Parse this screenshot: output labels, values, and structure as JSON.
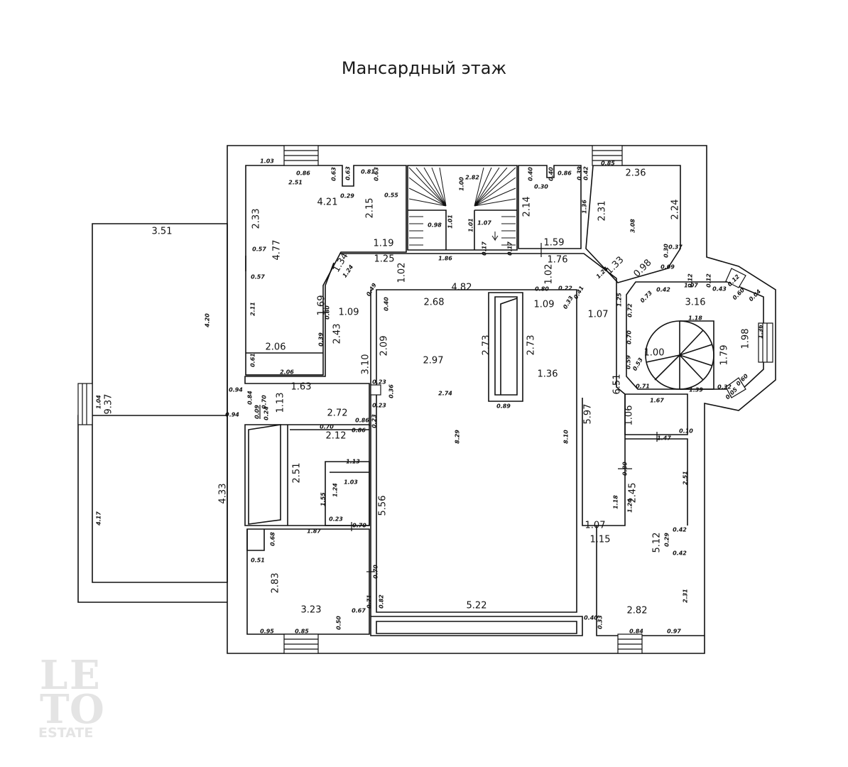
{
  "title": "Мансардный этаж",
  "logo": {
    "text": "ESTATE"
  },
  "colors": {
    "wall": "#111111",
    "background": "#ffffff",
    "watermark": "#e4e4e4"
  },
  "dimensions": [
    {
      "t": "1.03",
      "s": "s"
    },
    {
      "t": "0.86",
      "s": "s"
    },
    {
      "t": "0.63",
      "s": "s"
    },
    {
      "t": "0.63",
      "s": "s"
    },
    {
      "t": "0.81",
      "s": "s"
    },
    {
      "t": "0.63",
      "s": "s"
    },
    {
      "t": "2.51",
      "s": "s"
    },
    {
      "t": "0.29",
      "s": "s"
    },
    {
      "t": "0.55",
      "s": "s"
    },
    {
      "t": "4.21",
      "s": "b"
    },
    {
      "t": "2.15",
      "s": "b"
    },
    {
      "t": "2.33",
      "s": "b"
    },
    {
      "t": "1.19",
      "s": "b"
    },
    {
      "t": "0.57",
      "s": "s"
    },
    {
      "t": "4.77",
      "s": "b"
    },
    {
      "t": "1.34",
      "s": "b"
    },
    {
      "t": "1.24",
      "s": "s"
    },
    {
      "t": "1.25",
      "s": "b"
    },
    {
      "t": "0.57",
      "s": "s"
    },
    {
      "t": "2.11",
      "s": "s"
    },
    {
      "t": "1.69",
      "s": "b"
    },
    {
      "t": "0.80",
      "s": "s"
    },
    {
      "t": "1.09",
      "s": "b"
    },
    {
      "t": "2.43",
      "s": "b"
    },
    {
      "t": "0.39",
      "s": "s"
    },
    {
      "t": "2.06",
      "s": "b"
    },
    {
      "t": "2.06",
      "s": "s"
    },
    {
      "t": "0.61",
      "s": "s"
    },
    {
      "t": "1.63",
      "s": "b"
    },
    {
      "t": "3.10",
      "s": "b"
    },
    {
      "t": "2.09",
      "s": "b"
    },
    {
      "t": "0.40",
      "s": "s"
    },
    {
      "t": "0.49",
      "s": "s"
    },
    {
      "t": "1.02",
      "s": "b"
    },
    {
      "t": "4.82",
      "s": "b"
    },
    {
      "t": "2.68",
      "s": "b"
    },
    {
      "t": "2.97",
      "s": "b"
    },
    {
      "t": "2.73",
      "s": "b"
    },
    {
      "t": "2.73",
      "s": "b"
    },
    {
      "t": "0.80",
      "s": "s"
    },
    {
      "t": "0.22",
      "s": "s"
    },
    {
      "t": "0.41",
      "s": "s"
    },
    {
      "t": "0.33",
      "s": "s"
    },
    {
      "t": "1.09",
      "s": "b"
    },
    {
      "t": "1.36",
      "s": "b"
    },
    {
      "t": "2.74",
      "s": "s"
    },
    {
      "t": "0.89",
      "s": "s"
    },
    {
      "t": "0.23",
      "s": "s"
    },
    {
      "t": "0.36",
      "s": "s"
    },
    {
      "t": "0.23",
      "s": "s"
    },
    {
      "t": "2.82",
      "s": "s"
    },
    {
      "t": "1.00",
      "s": "s"
    },
    {
      "t": "1.01",
      "s": "s"
    },
    {
      "t": "1.01",
      "s": "s"
    },
    {
      "t": "0.98",
      "s": "s"
    },
    {
      "t": "1.07",
      "s": "s"
    },
    {
      "t": "1.86",
      "s": "s"
    },
    {
      "t": "0.17",
      "s": "s"
    },
    {
      "t": "0.17",
      "s": "s"
    },
    {
      "t": "0.40",
      "s": "s"
    },
    {
      "t": "0.40",
      "s": "s"
    },
    {
      "t": "0.86",
      "s": "s"
    },
    {
      "t": "0.39",
      "s": "s"
    },
    {
      "t": "0.30",
      "s": "s"
    },
    {
      "t": "2.14",
      "s": "b"
    },
    {
      "t": "1.36",
      "s": "s"
    },
    {
      "t": "1.59",
      "s": "b"
    },
    {
      "t": "1.76",
      "s": "b"
    },
    {
      "t": "1.02",
      "s": "b"
    },
    {
      "t": "0.85",
      "s": "s"
    },
    {
      "t": "2.36",
      "s": "b"
    },
    {
      "t": "0.42",
      "s": "s"
    },
    {
      "t": "2.31",
      "s": "b"
    },
    {
      "t": "2.24",
      "s": "b"
    },
    {
      "t": "3.08",
      "s": "s"
    },
    {
      "t": "0.30",
      "s": "s"
    },
    {
      "t": "0.37",
      "s": "s"
    },
    {
      "t": "1.33",
      "s": "b"
    },
    {
      "t": "0.98",
      "s": "b"
    },
    {
      "t": "0.09",
      "s": "s"
    },
    {
      "t": "1.24",
      "s": "s"
    },
    {
      "t": "1.25",
      "s": "s"
    },
    {
      "t": "1.07",
      "s": "b"
    },
    {
      "t": "0.73",
      "s": "s"
    },
    {
      "t": "0.42",
      "s": "s"
    },
    {
      "t": "0.12",
      "s": "s"
    },
    {
      "t": "0.12",
      "s": "s"
    },
    {
      "t": "1.07",
      "s": "s"
    },
    {
      "t": "0.43",
      "s": "s"
    },
    {
      "t": "0.12",
      "s": "s"
    },
    {
      "t": "0.60",
      "s": "s"
    },
    {
      "t": "0.04",
      "s": "s"
    },
    {
      "t": "3.16",
      "s": "b"
    },
    {
      "t": "0.72",
      "s": "s"
    },
    {
      "t": "1.18",
      "s": "s"
    },
    {
      "t": "1.36",
      "s": "s"
    },
    {
      "t": "0.70",
      "s": "s"
    },
    {
      "t": "1.00",
      "s": "b"
    },
    {
      "t": "1.79",
      "s": "b"
    },
    {
      "t": "1.98",
      "s": "b"
    },
    {
      "t": "0.59",
      "s": "s"
    },
    {
      "t": "0.53",
      "s": "s"
    },
    {
      "t": "0.71",
      "s": "s"
    },
    {
      "t": "1.39",
      "s": "s"
    },
    {
      "t": "0.32",
      "s": "s"
    },
    {
      "t": "0.60",
      "s": "s"
    },
    {
      "t": "0.05",
      "s": "s"
    },
    {
      "t": "6.51",
      "s": "b"
    },
    {
      "t": "1.67",
      "s": "s"
    },
    {
      "t": "1.06",
      "s": "b"
    },
    {
      "t": "0.10",
      "s": "s"
    },
    {
      "t": "1.47",
      "s": "s"
    },
    {
      "t": "5.97",
      "s": "b"
    },
    {
      "t": "8.29",
      "s": "s"
    },
    {
      "t": "8.10",
      "s": "s"
    },
    {
      "t": "0.80",
      "s": "s"
    },
    {
      "t": "2.51",
      "s": "s"
    },
    {
      "t": "2.45",
      "s": "b"
    },
    {
      "t": "1.18",
      "s": "s"
    },
    {
      "t": "1.24",
      "s": "s"
    },
    {
      "t": "1.07",
      "s": "b"
    },
    {
      "t": "1.15",
      "s": "b"
    },
    {
      "t": "5.12",
      "s": "b"
    },
    {
      "t": "0.29",
      "s": "s"
    },
    {
      "t": "0.42",
      "s": "s"
    },
    {
      "t": "0.42",
      "s": "s"
    },
    {
      "t": "2.31",
      "s": "s"
    },
    {
      "t": "2.82",
      "s": "b"
    },
    {
      "t": "0.40",
      "s": "s"
    },
    {
      "t": "0.33",
      "s": "s"
    },
    {
      "t": "0.84",
      "s": "s"
    },
    {
      "t": "0.97",
      "s": "s"
    },
    {
      "t": "5.22",
      "s": "b"
    },
    {
      "t": "3.51",
      "s": "b"
    },
    {
      "t": "4.20",
      "s": "s"
    },
    {
      "t": "1.04",
      "s": "s"
    },
    {
      "t": "9.37",
      "s": "b"
    },
    {
      "t": "4.33",
      "s": "b"
    },
    {
      "t": "4.17",
      "s": "s"
    },
    {
      "t": "0.94",
      "s": "s"
    },
    {
      "t": "0.84",
      "s": "s"
    },
    {
      "t": "0.70",
      "s": "s"
    },
    {
      "t": "1.13",
      "s": "b"
    },
    {
      "t": "0.94",
      "s": "s"
    },
    {
      "t": "0.09",
      "s": "s"
    },
    {
      "t": "0.24",
      "s": "s"
    },
    {
      "t": "2.72",
      "s": "b"
    },
    {
      "t": "0.86",
      "s": "s"
    },
    {
      "t": "0.70",
      "s": "s"
    },
    {
      "t": "2.12",
      "s": "b"
    },
    {
      "t": "0.86",
      "s": "s"
    },
    {
      "t": "0.23",
      "s": "s"
    },
    {
      "t": "2.51",
      "s": "b"
    },
    {
      "t": "1.13",
      "s": "s"
    },
    {
      "t": "1.03",
      "s": "s"
    },
    {
      "t": "1.55",
      "s": "s"
    },
    {
      "t": "1.24",
      "s": "s"
    },
    {
      "t": "5.56",
      "s": "b"
    },
    {
      "t": "0.23",
      "s": "s"
    },
    {
      "t": "0.70",
      "s": "s"
    },
    {
      "t": "1.87",
      "s": "s"
    },
    {
      "t": "0.68",
      "s": "s"
    },
    {
      "t": "0.51",
      "s": "s"
    },
    {
      "t": "2.83",
      "s": "b"
    },
    {
      "t": "3.23",
      "s": "b"
    },
    {
      "t": "0.70",
      "s": "s"
    },
    {
      "t": "0.71",
      "s": "s"
    },
    {
      "t": "0.82",
      "s": "s"
    },
    {
      "t": "0.67",
      "s": "s"
    },
    {
      "t": "0.50",
      "s": "s"
    },
    {
      "t": "0.95",
      "s": "s"
    },
    {
      "t": "0.85",
      "s": "s"
    }
  ]
}
